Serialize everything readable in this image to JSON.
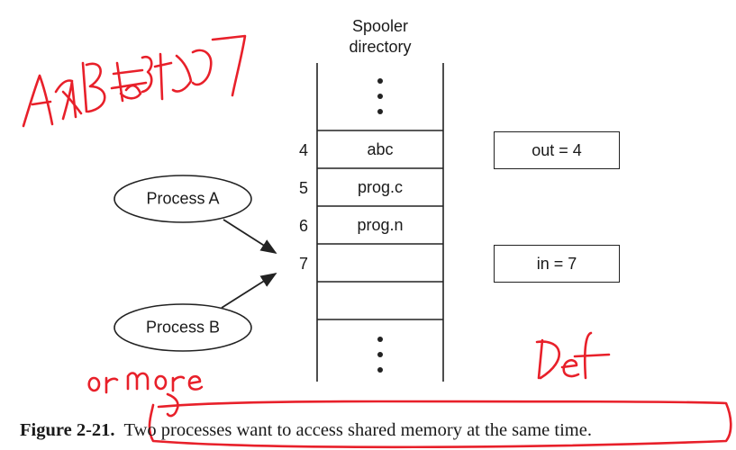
{
  "spooler": {
    "title_line1": "Spooler",
    "title_line2": "directory",
    "slots": [
      {
        "index": "4",
        "content": "abc"
      },
      {
        "index": "5",
        "content": "prog.c"
      },
      {
        "index": "6",
        "content": "prog.n"
      },
      {
        "index": "7",
        "content": ""
      },
      {
        "index": "",
        "content": ""
      },
      {
        "index": "",
        "content": ""
      }
    ]
  },
  "variables": {
    "out": "out = 4",
    "in": "in = 7"
  },
  "processes": {
    "a": "Process A",
    "b": "Process B"
  },
  "caption": {
    "figure_label": "Figure 2-21.",
    "text": "Two processes want to access shared memory at the same time."
  },
  "annotations": {
    "chinese_note": "A和B都抢了",
    "or_more": "or more",
    "def": "Def",
    "ink_color": "#e8202a"
  }
}
